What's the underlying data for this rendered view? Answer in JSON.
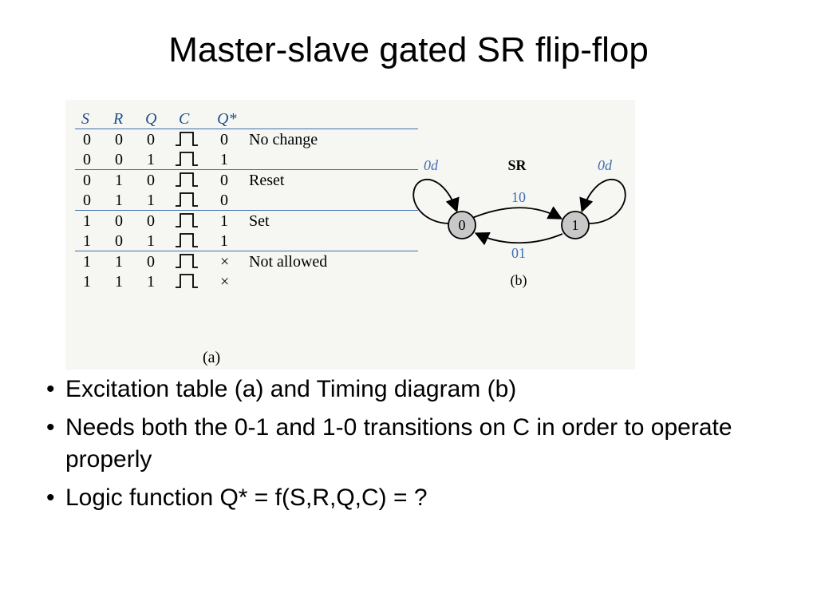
{
  "title": "Master-slave gated SR flip-flop",
  "table": {
    "headers": [
      "S",
      "R",
      "Q",
      "C",
      "Q*"
    ],
    "rows": [
      {
        "s": "0",
        "r": "0",
        "q": "0",
        "qstar": "0",
        "note": "No change"
      },
      {
        "s": "0",
        "r": "0",
        "q": "1",
        "qstar": "1",
        "note": ""
      },
      {
        "s": "0",
        "r": "1",
        "q": "0",
        "qstar": "0",
        "note": "Reset"
      },
      {
        "s": "0",
        "r": "1",
        "q": "1",
        "qstar": "0",
        "note": ""
      },
      {
        "s": "1",
        "r": "0",
        "q": "0",
        "qstar": "1",
        "note": "Set"
      },
      {
        "s": "1",
        "r": "0",
        "q": "1",
        "qstar": "1",
        "note": ""
      },
      {
        "s": "1",
        "r": "1",
        "q": "0",
        "qstar": "×",
        "note": "Not allowed"
      },
      {
        "s": "1",
        "r": "1",
        "q": "1",
        "qstar": "×",
        "note": ""
      }
    ],
    "caption": "(a)"
  },
  "diagram": {
    "header": "SR",
    "state0": "0",
    "state1": "1",
    "self_loop_0": "0d",
    "self_loop_1": "0d",
    "transition_0_to_1": "10",
    "transition_1_to_0": "01",
    "caption": "(b)"
  },
  "bullets": [
    "Excitation table (a) and Timing diagram (b)",
    "Needs both the 0-1 and 1-0 transitions on C in order to operate properly",
    "Logic function Q* = f(S,R,Q,C) = ?"
  ],
  "colors": {
    "accent": "#3f6fb0",
    "node_fill": "#c8c8c8"
  }
}
